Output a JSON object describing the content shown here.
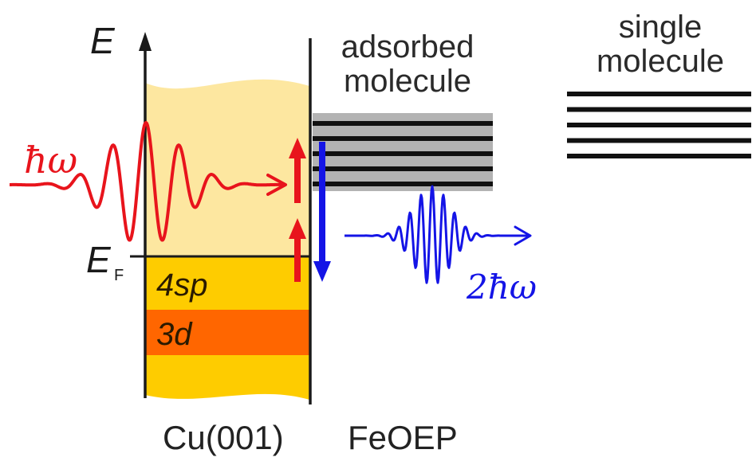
{
  "axis": {
    "energy_label": "E",
    "fermi_label": "E",
    "fermi_subscript": "F"
  },
  "bands": {
    "sp_label": "4sp",
    "d_label": "3d"
  },
  "molecule": {
    "adsorbed_label_line1": "adsorbed",
    "adsorbed_label_line2": "molecule",
    "single_label_line1": "single",
    "single_label_line2": "molecule",
    "single_level_count": 5,
    "adsorbed_level_count": 5
  },
  "substrate": {
    "label": "Cu(001)"
  },
  "adsorbate": {
    "label": "FeOEP"
  },
  "photons": {
    "incident_label": "ħω",
    "emitted_label": "2ħω"
  },
  "colors": {
    "sp_band_light": "#fde7a0",
    "sp_band": "#fecc00",
    "d_band": "#ff6600",
    "incident": "#e8141c",
    "emitted": "#1414e6",
    "broadening": "#b3b3b3",
    "level": "#111111"
  }
}
